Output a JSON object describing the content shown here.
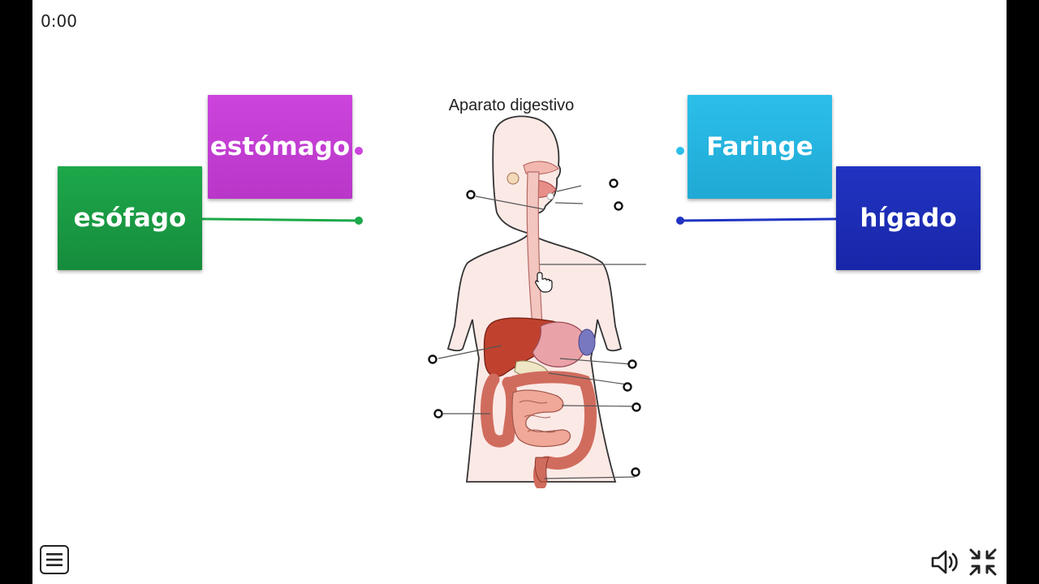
{
  "player": {
    "timer": "0:00"
  },
  "figure": {
    "title": "Aparato digestivo"
  },
  "cards": {
    "estomago": {
      "label": "estómago",
      "color": "#CC44DD",
      "color_dark": "#B836C8"
    },
    "esofago": {
      "label": "esófago",
      "color": "#1DA84A",
      "color_dark": "#168C3C"
    },
    "faringe": {
      "label": "Faringe",
      "color": "#2BBFEA",
      "color_dark": "#1FA9D4"
    },
    "higado": {
      "label": "hígado",
      "color": "#2133C2",
      "color_dark": "#1826A8"
    }
  },
  "controls": {
    "menu_icon": "menu-icon",
    "sound_icon": "speaker-icon",
    "fullscreen_icon": "exit-fullscreen-icon"
  }
}
